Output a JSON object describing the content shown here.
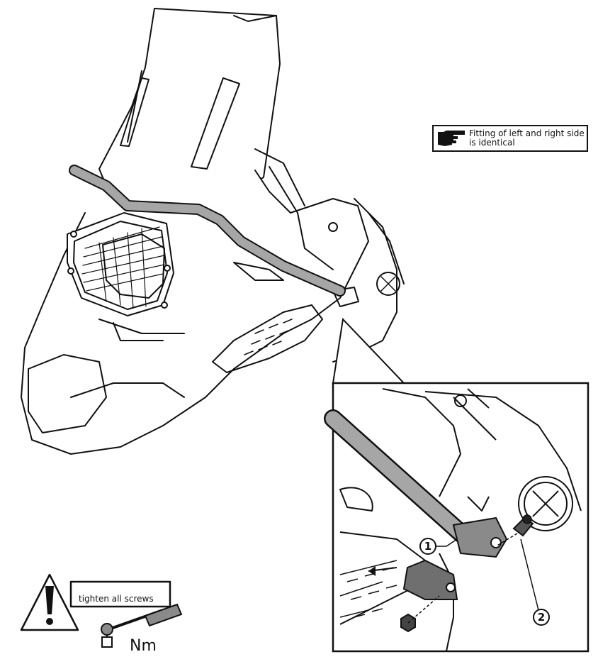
{
  "note": {
    "line1": "Fitting of left and right side",
    "line2": "is identical",
    "icon": "pointing-hand-icon"
  },
  "warning": {
    "text": "tighten all screws",
    "unit": "Nm",
    "icon": "exclamation-warning-icon"
  },
  "callouts": {
    "one": "1",
    "two": "2"
  },
  "colors": {
    "line": "#111111",
    "bar_fill": "#a6a6a6",
    "background": "#ffffff"
  }
}
